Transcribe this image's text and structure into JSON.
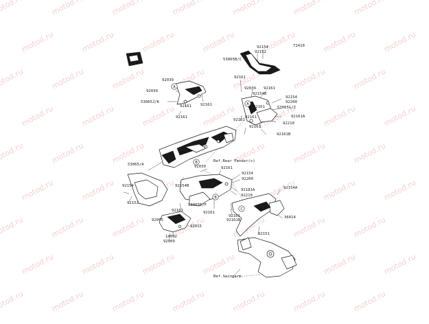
{
  "diagram": {
    "code": "72410",
    "watermark": "motod.ru",
    "refs": {
      "rear_fender": "Ref.Rear Fender(s)",
      "swingarm": "Ref.Swingarm"
    },
    "callouts": {
      "a": "A",
      "b": "B",
      "c": "C"
    },
    "labels": [
      "92154",
      "92152",
      "53065B/C",
      "92161",
      "92039",
      "92161",
      "92154",
      "92154B",
      "92200",
      "53065G/I",
      "92161",
      "92161A",
      "92210",
      "92161",
      "92161B",
      "92161",
      "92039",
      "92039",
      "53065J/K",
      "92161",
      "92161",
      "92161",
      "92161",
      "53065/A",
      "92039",
      "92161",
      "92154",
      "92200",
      "92154",
      "92154B",
      "92152",
      "92181A",
      "92210",
      "92161",
      "53065D/F",
      "92161",
      "92161",
      "92161B",
      "92154A",
      "36014",
      "92075",
      "92015",
      "14092",
      "92009",
      "92151"
    ]
  }
}
